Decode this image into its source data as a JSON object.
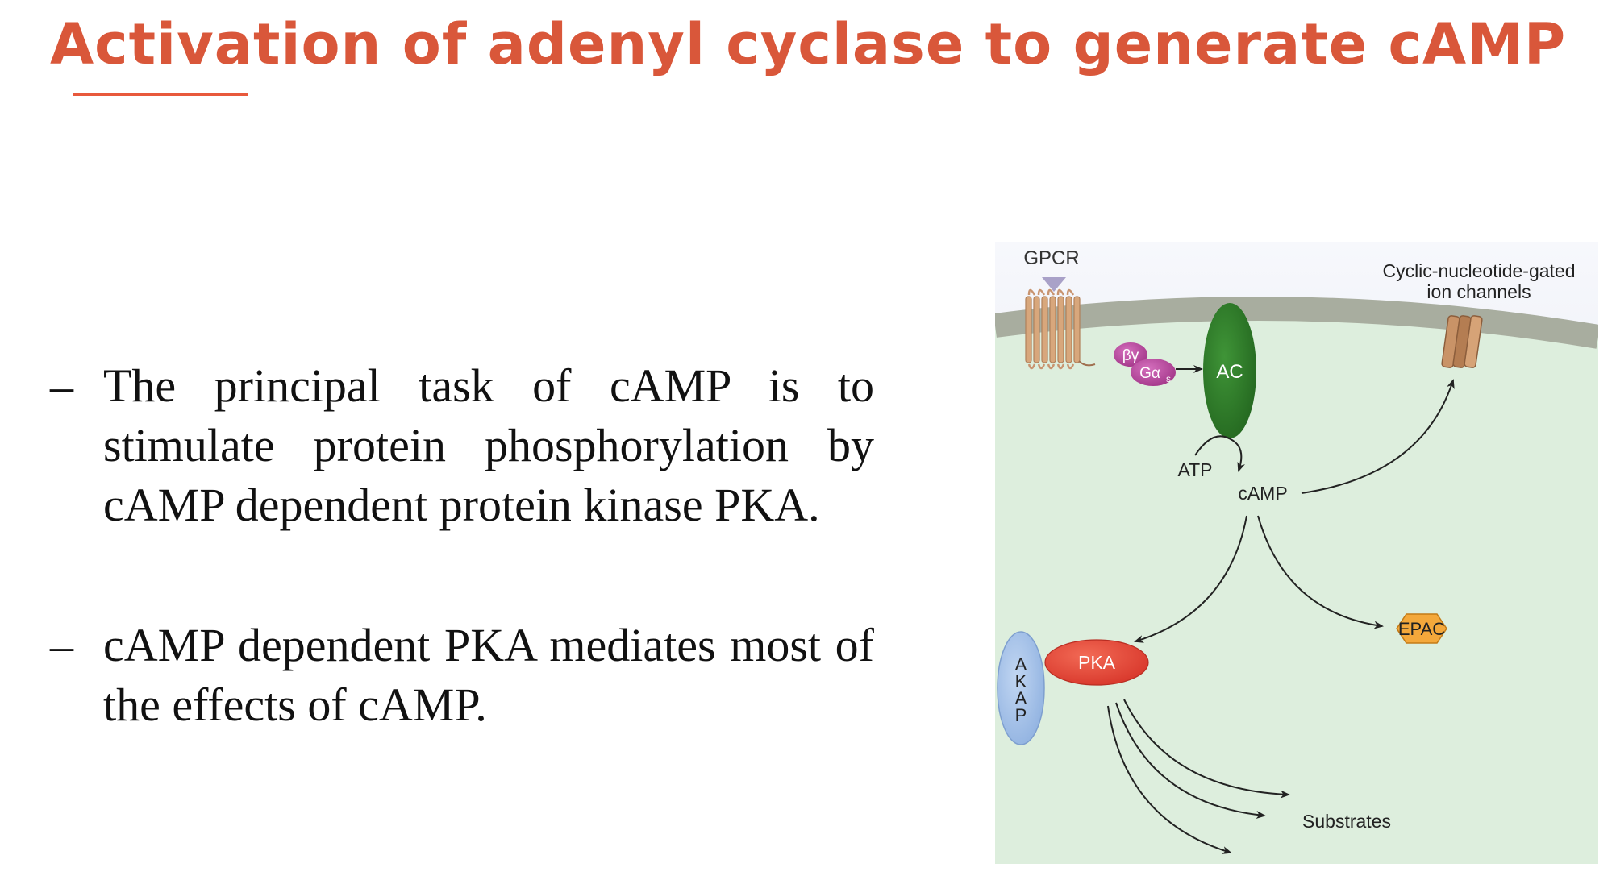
{
  "slide": {
    "title": "Activation of adenyl cyclase to generate cAMP",
    "bullets": [
      {
        "marker": "–",
        "text": "The principal task of cAMP is to stimulate protein phosphorylation by cAMP dependent protein kinase PKA."
      },
      {
        "marker": "–",
        "text": "cAMP dependent PKA mediates most of the effects of cAMP."
      }
    ]
  },
  "diagram": {
    "gpcr": "GPCR",
    "beta_gamma": "βγ",
    "g_alpha": "Gα",
    "g_alpha_sub": "s",
    "ac": "AC",
    "atp": "ATP",
    "camp": "cAMP",
    "ion_channel_line1": "Cyclic-nucleotide-gated",
    "ion_channel_line2": "ion channels",
    "epac": "EPAC",
    "pka": "PKA",
    "akap": [
      "A",
      "K",
      "A",
      "P"
    ],
    "substrates": "Substrates"
  },
  "colors": {
    "title": "#d9573a",
    "membrane": "#a8ad9f",
    "cytoplasm": "#ddeedd",
    "ac": "#2f7d2a",
    "pka": "#e2483a",
    "epac": "#f4a83b",
    "akap": "#9cbde6",
    "g_protein": "#b8479b",
    "gpcr": "#d8a77c"
  }
}
